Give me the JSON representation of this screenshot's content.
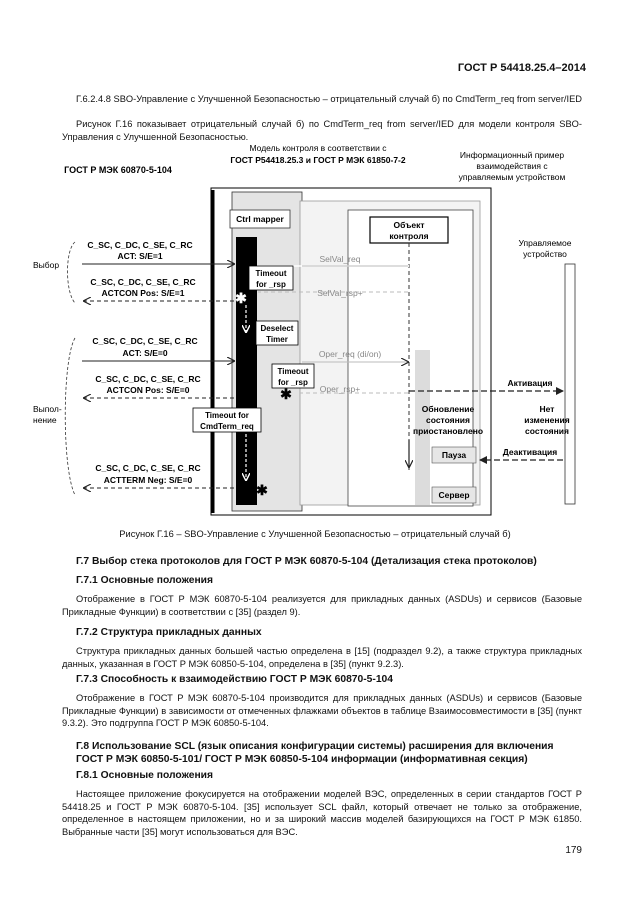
{
  "header": "ГОСТ Р 54418.25.4–2014",
  "para1": "Г.6.2.4.8 SBO-Управление с Улучшенной Безопасностью – отрицательный случай б) по CmdTerm_req from server/IED",
  "para2": "Рисунок Г.16 показывает отрицательный случай б) по CmdTerm_req from server/IED для модели контроля SBO-Управления с Улучшенной Безопасностью.",
  "figure": {
    "left_title": "ГОСТ Р МЭК 60870-5-104",
    "center_title": [
      "Модель контроля в соответствии с",
      "ГОСТ Р54418.25.3 и ГОСТ Р МЭК 61850-7-2"
    ],
    "right_title": [
      "Информационный пример",
      "взаимодействия с",
      "управляемым устройством"
    ],
    "ctrl_mapper": "Ctrl mapper",
    "control_object": [
      "Объект",
      "контроля"
    ],
    "controlled_device": [
      "Управляемое",
      "устройство"
    ],
    "side_select": "Выбор",
    "side_execute": [
      "Выпол-",
      "нение"
    ],
    "msg1": [
      "C_SC, C_DC, C_SE, C_RC",
      "ACT: S/E=1"
    ],
    "msg2": [
      "C_SC, C_DC, C_SE, C_RC",
      "ACTCON Pos: S/E=1"
    ],
    "msg3": [
      "C_SC, C_DC, C_SE, C_RC",
      "ACT: S/E=0"
    ],
    "msg4": [
      "C_SC, C_DC, C_SE, C_RC",
      "ACTCON Pos: S/E=0"
    ],
    "msg5": [
      "C_SC, C_DC, C_SE, C_RC",
      "ACTTERM Neg: S/E=0"
    ],
    "timeout1": [
      "Timeout",
      "for _rsp"
    ],
    "deselect": [
      "Deselect",
      "Timer"
    ],
    "timeout2": [
      "Timeout",
      "for _rsp"
    ],
    "timeout3": [
      "Timeout for",
      "CmdTerm_req"
    ],
    "selval_req": "SelVal_req",
    "selval_rsp": "SelVal_rsp+",
    "oper_req": "Oper_req (di/on)",
    "oper_rsp": "Oper_rsp+",
    "activation": "Активация",
    "deactivation": "Деактивация",
    "update": [
      "Обновление",
      "состояния",
      "приостановлено"
    ],
    "no_change": [
      "Нет",
      "изменения",
      "состояния"
    ],
    "pause": "Пауза",
    "server": "Сервер"
  },
  "caption": "Рисунок Г.16 – SBO-Управление с Улучшенной Безопасностью – отрицательный случай б)",
  "s1_title": "Г.7 Выбор стека протоколов для ГОСТ Р МЭК 60870-5-104 (Детализация стека протоколов)",
  "s2_title": "Г.7.1 Основные положения",
  "s2_text": "Отображение в ГОСТ Р МЭК 60870-5-104 реализуется для прикладных данных (ASDUs) и сервисов (Базовые Прикладные Функции) в соответствии с [35] (раздел 9).",
  "s3_title": "Г.7.2 Структура прикладных данных",
  "s3_text": "Структура прикладных данных большей частью определена в [15] (подраздел 9.2), а также структура прикладных данных, указанная в ГОСТ Р МЭК 60850-5-104, определена в [35] (пункт 9.2.3).",
  "s4_title": "Г.7.3 Способность к взаимодействию ГОСТ Р МЭК 60870-5-104",
  "s4_text": "Отображение в ГОСТ Р МЭК 60870-5-104 производится для прикладных данных (ASDUs) и сервисов (Базовые Прикладные Функции) в зависимости от отмеченных флажками объектов в таблице Взаимосовместимости в [35] (пункт 9.3.2). Это подгруппа ГОСТ Р МЭК 60850-5-104.",
  "s5_title": "Г.8 Использование SCL (язык описания конфигурации системы) расширения для включения ГОСТ Р МЭК 60850-5-101/ ГОСТ Р МЭК 60850-5-104 информации (информативная секция)",
  "s6_title": "Г.8.1 Основные положения",
  "s6_text": "Настоящее приложение фокусируется на отображении моделей ВЭС, определенных в серии стандартов ГОСТ Р 54418.25 и ГОСТ Р МЭК 60870-5-104. [35] использует SCL файл, который отвечает не только за отображение, определенное в настоящем приложении, но и за широкий массив моделей базирующихся на ГОСТ Р МЭК 61850. Выбранные части [35] могут использоваться для ВЭС.",
  "page_number": "179"
}
